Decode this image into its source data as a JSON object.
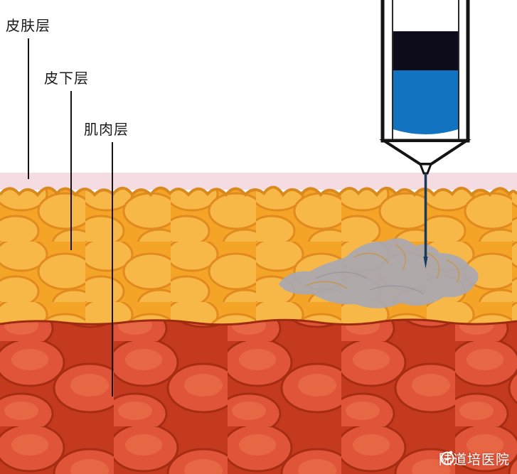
{
  "diagram": {
    "labels": [
      {
        "text": "皮肤层"
      },
      {
        "text": "皮下层"
      },
      {
        "text": "肌肉层"
      }
    ],
    "watermark": {
      "text": "陆道培医院"
    },
    "colors": {
      "background": "#ffffff",
      "skin": "#f5dbe2",
      "fat_base": "#f4a426",
      "fat_cell": "#f8b848",
      "fat_cell_line": "#e18a1d",
      "fat_edge": "#d98a1e",
      "muscle_base": "#c43a1f",
      "muscle_cell": "#e05539",
      "muscle_cell_hi": "#ef7a52",
      "muscle_cell_line": "#a62c12",
      "muscle_edge": "#9e2a12",
      "drug_blob": "#a8a8b2",
      "blob_line": "#c9913f",
      "blob_crease": "#8d8d99",
      "syringe_body": "#ffffff",
      "syringe_outline": "#141414",
      "syringe_inner_wall": "#2a2a2a",
      "plunger_dark": "#0c0c1a",
      "liquid": "#1273c0",
      "needle": "#16395c",
      "label_text": "#1a1a1a",
      "watermark_text": "#ffffff"
    }
  }
}
